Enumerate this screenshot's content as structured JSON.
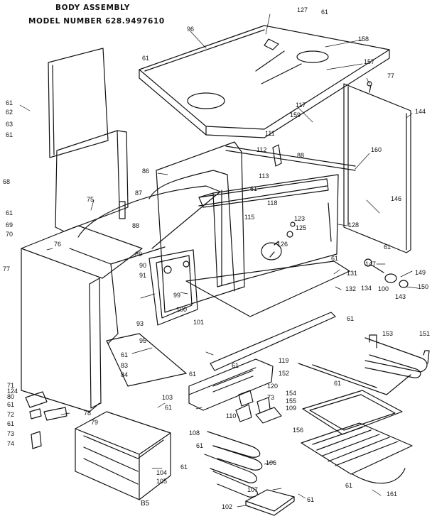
{
  "title": "BODY ASSEMBLY",
  "model": "MODEL NUMBER 628.9497610",
  "page_code": "B5",
  "parts": [
    {
      "id": "p0",
      "text": "127"
    },
    {
      "id": "p1",
      "text": "61"
    },
    {
      "id": "p2",
      "text": "96"
    },
    {
      "id": "p3",
      "text": "158"
    },
    {
      "id": "p4",
      "text": "61"
    },
    {
      "id": "p5",
      "text": "157"
    },
    {
      "id": "p6",
      "text": "77"
    },
    {
      "id": "p7",
      "text": "61"
    },
    {
      "id": "p8",
      "text": "62"
    },
    {
      "id": "p9",
      "text": "63"
    },
    {
      "id": "p10",
      "text": "61"
    },
    {
      "id": "p11",
      "text": "117"
    },
    {
      "id": "p12",
      "text": "159"
    },
    {
      "id": "p13",
      "text": "144"
    },
    {
      "id": "p14",
      "text": "111"
    },
    {
      "id": "p15",
      "text": "112"
    },
    {
      "id": "p16",
      "text": "88"
    },
    {
      "id": "p17",
      "text": "160"
    },
    {
      "id": "p18",
      "text": "86"
    },
    {
      "id": "p19",
      "text": "113"
    },
    {
      "id": "p20",
      "text": "61"
    },
    {
      "id": "p21",
      "text": "68"
    },
    {
      "id": "p22",
      "text": "87"
    },
    {
      "id": "p23",
      "text": "75"
    },
    {
      "id": "p24",
      "text": "118"
    },
    {
      "id": "p25",
      "text": "146"
    },
    {
      "id": "p26",
      "text": "61"
    },
    {
      "id": "p27",
      "text": "69"
    },
    {
      "id": "p28",
      "text": "70"
    },
    {
      "id": "p29",
      "text": "88"
    },
    {
      "id": "p30",
      "text": "115"
    },
    {
      "id": "p31",
      "text": "123"
    },
    {
      "id": "p32",
      "text": "125"
    },
    {
      "id": "p33",
      "text": "128"
    },
    {
      "id": "p34",
      "text": "61"
    },
    {
      "id": "p35",
      "text": "76"
    },
    {
      "id": "p36",
      "text": "126"
    },
    {
      "id": "p37",
      "text": "89"
    },
    {
      "id": "p38",
      "text": "61"
    },
    {
      "id": "p39",
      "text": "77"
    },
    {
      "id": "p40",
      "text": "90"
    },
    {
      "id": "p41",
      "text": "91"
    },
    {
      "id": "p42",
      "text": "147"
    },
    {
      "id": "p43",
      "text": "149"
    },
    {
      "id": "p44",
      "text": "131"
    },
    {
      "id": "p45",
      "text": "134"
    },
    {
      "id": "p46",
      "text": "100"
    },
    {
      "id": "p47",
      "text": "150"
    },
    {
      "id": "p48",
      "text": "143"
    },
    {
      "id": "p49",
      "text": "132"
    },
    {
      "id": "p50",
      "text": "99"
    },
    {
      "id": "p51",
      "text": "100"
    },
    {
      "id": "p52",
      "text": "61"
    },
    {
      "id": "p53",
      "text": "93"
    },
    {
      "id": "p54",
      "text": "101"
    },
    {
      "id": "p55",
      "text": "153"
    },
    {
      "id": "p56",
      "text": "151"
    },
    {
      "id": "p57",
      "text": "95"
    },
    {
      "id": "p58",
      "text": "61"
    },
    {
      "id": "p59",
      "text": "119"
    },
    {
      "id": "p60",
      "text": "61"
    },
    {
      "id": "p61",
      "text": "61"
    },
    {
      "id": "p62",
      "text": "83"
    },
    {
      "id": "p63",
      "text": "84"
    },
    {
      "id": "p64",
      "text": "152"
    },
    {
      "id": "p65",
      "text": "61"
    },
    {
      "id": "p66",
      "text": "71"
    },
    {
      "id": "p67",
      "text": "124"
    },
    {
      "id": "p68",
      "text": "80"
    },
    {
      "id": "p69",
      "text": "61"
    },
    {
      "id": "p70",
      "text": "103"
    },
    {
      "id": "p71",
      "text": "120"
    },
    {
      "id": "p72",
      "text": "154"
    },
    {
      "id": "p73",
      "text": "155"
    },
    {
      "id": "p74",
      "text": "109"
    },
    {
      "id": "p75",
      "text": "73"
    },
    {
      "id": "p76",
      "text": "72"
    },
    {
      "id": "p77",
      "text": "61"
    },
    {
      "id": "p78",
      "text": "73"
    },
    {
      "id": "p79",
      "text": "74"
    },
    {
      "id": "p80",
      "text": "78"
    },
    {
      "id": "p81",
      "text": "79"
    },
    {
      "id": "p82",
      "text": "61"
    },
    {
      "id": "p83",
      "text": "110"
    },
    {
      "id": "p84",
      "text": "108"
    },
    {
      "id": "p85",
      "text": "61"
    },
    {
      "id": "p86",
      "text": "156"
    },
    {
      "id": "p87",
      "text": "106"
    },
    {
      "id": "p88",
      "text": "104"
    },
    {
      "id": "p89",
      "text": "105"
    },
    {
      "id": "p90",
      "text": "61"
    },
    {
      "id": "p91",
      "text": "107"
    },
    {
      "id": "p92",
      "text": "61"
    },
    {
      "id": "p93",
      "text": "161"
    },
    {
      "id": "p94",
      "text": "61"
    },
    {
      "id": "p95",
      "text": "102"
    }
  ]
}
